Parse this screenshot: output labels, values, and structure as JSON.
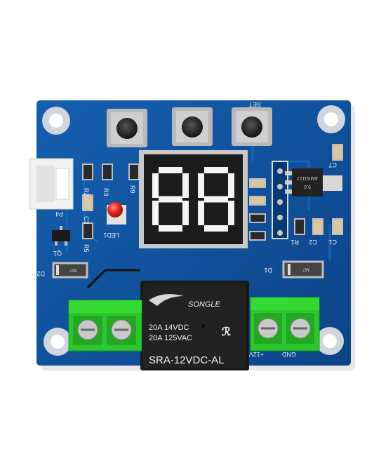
{
  "colors": {
    "pcb": "#0f4f98",
    "pcb_dark": "#0a3d7a",
    "terminal": "#2cc72c",
    "relay": "#1a1a1a",
    "display_segment": "#f4f4f4",
    "led": "#e8261c"
  },
  "display": {
    "digits": "88"
  },
  "relay": {
    "brand": "SONGLE",
    "rating_dc": "20A 14VDC",
    "rating_ac": "20A 125VAC",
    "model": "SRA-12VDC-AL"
  },
  "chip": {
    "label1": "AMS1117",
    "label2": "5.0"
  },
  "silkscreen": {
    "r1": "R1",
    "r2": "R2",
    "r3": "R3",
    "r5": "R5",
    "r9": "R9",
    "c1": "C1",
    "c2": "C2",
    "c3": "C3",
    "c7": "C7",
    "d1": "D1",
    "d2": "D2",
    "p4": "P4",
    "q1": "Q1",
    "led1": "LED1",
    "set": "SET",
    "gnd": "GND",
    "v12": "+12V"
  },
  "diode_code": "M7"
}
